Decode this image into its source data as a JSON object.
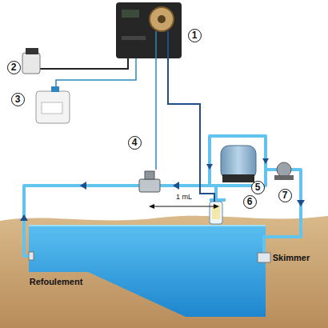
{
  "diagram": {
    "labels": [
      "1",
      "2",
      "3",
      "4",
      "5",
      "6",
      "7",
      "1 mL",
      "Refoulement",
      "Skimmer"
    ]
  }
}
